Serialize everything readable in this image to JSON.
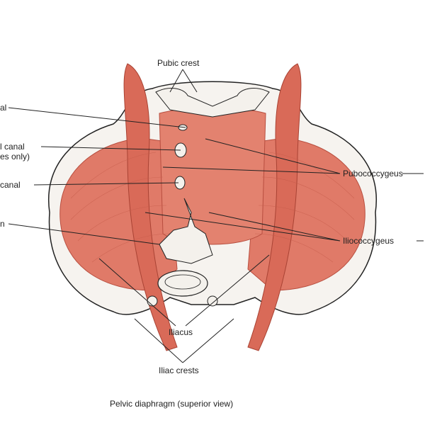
{
  "labels": {
    "pubic_crest": "Pubic crest",
    "left_1": "al",
    "left_2a": "l canal",
    "left_2b": "es only)",
    "left_3": "canal",
    "left_4": "n",
    "pubococcygeus": "Pubococcygeus",
    "iliococcygeus": "Iliococcygeus",
    "iliacus": "Iliacus",
    "iliac_crests": "Iliac crests"
  },
  "caption": "Pelvic diaphragm (superior view)",
  "colors": {
    "muscle": "#e07a68",
    "muscle_dark": "#c95b4b",
    "bone": "#f4f1ec",
    "outline": "#222222"
  }
}
